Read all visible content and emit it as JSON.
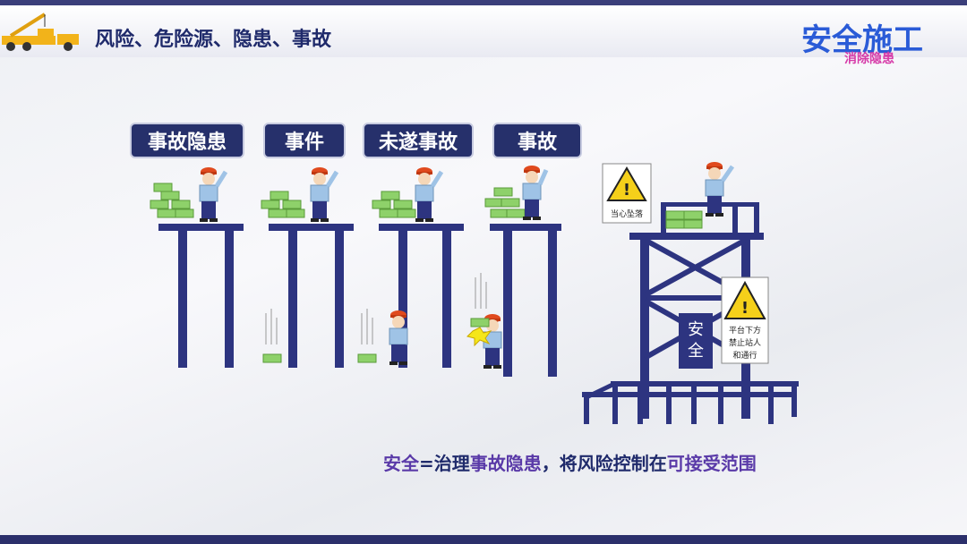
{
  "header": {
    "title": "风险、危险源、隐患、事故",
    "logo_main": "安全施工",
    "logo_sub": "消除隐患"
  },
  "labels": [
    "事故隐患",
    "事件",
    "未遂事故",
    "事故"
  ],
  "signs": {
    "fall_caution": "当心坠落",
    "no_standing_line1": "平台下方",
    "no_standing_line2": "禁止站人",
    "no_standing_line3": "和通行",
    "safety_box_line1": "安",
    "safety_box_line2": "全"
  },
  "formula": {
    "part1": "安全",
    "part2": "=治理",
    "part3": "事故隐患",
    "part4": "，将风险控制在",
    "part5": "可接受范围"
  },
  "colors": {
    "navy": "#26306b",
    "scaffold": "#2d3480",
    "brick": "#8ed16a",
    "helmet": "#e04a1e",
    "shirt": "#9fc3e6",
    "highlight": "#5a3aa8"
  }
}
